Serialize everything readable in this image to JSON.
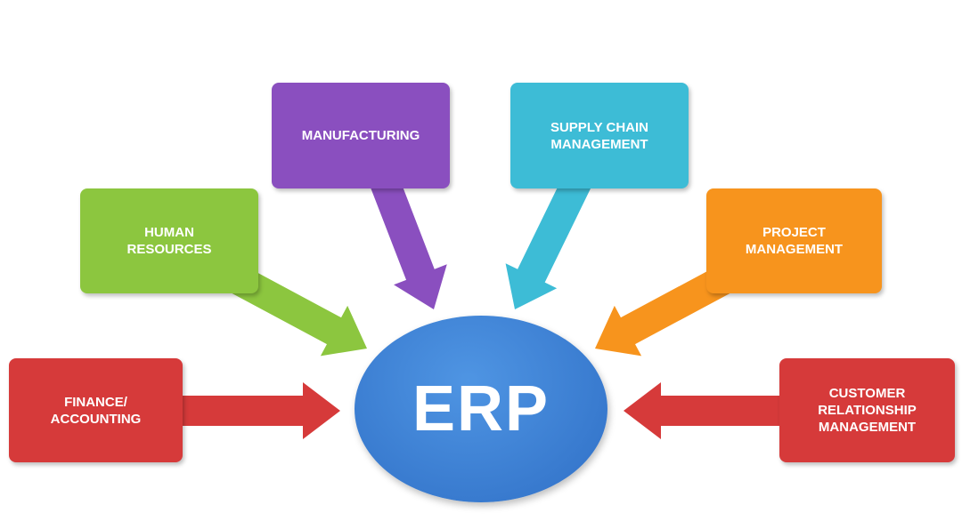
{
  "center": {
    "label": "ERP",
    "color": "#3a7fd5"
  },
  "modules": [
    {
      "id": "finance",
      "label": "FINANCE/\nACCOUNTING",
      "color": "#d63a3a"
    },
    {
      "id": "hr",
      "label": "HUMAN\nRESOURCES",
      "color": "#8cc63f"
    },
    {
      "id": "manufacturing",
      "label": "MANUFACTURING",
      "color": "#8a4fbf"
    },
    {
      "id": "scm",
      "label": "SUPPLY CHAIN\nMANAGEMENT",
      "color": "#3dbcd6"
    },
    {
      "id": "project",
      "label": "PROJECT\nMANAGEMENT",
      "color": "#f7941d"
    },
    {
      "id": "crm",
      "label": "CUSTOMER\nRELATIONSHIP\nMANAGEMENT",
      "color": "#d63a3a"
    }
  ]
}
